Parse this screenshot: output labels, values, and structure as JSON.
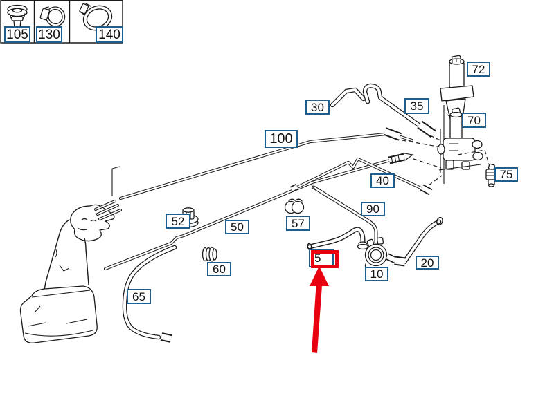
{
  "diagram_type": "vehicle-heater-hose-parts-diagram",
  "colors": {
    "label_border": "#1c5f8f",
    "highlight_red": "#e8000f",
    "line": "#1a1a1a",
    "background": "#ffffff"
  },
  "tray": {
    "items": [
      {
        "label": "105",
        "icon": "sealing-plug-icon"
      },
      {
        "label": "130",
        "icon": "small-hose-clamp-icon"
      },
      {
        "label": "140",
        "icon": "large-hose-clamp-icon"
      }
    ]
  },
  "labels": [
    {
      "text": "30"
    },
    {
      "text": "35"
    },
    {
      "text": "72"
    },
    {
      "text": "70"
    },
    {
      "text": "75"
    },
    {
      "text": "100"
    },
    {
      "text": "40"
    },
    {
      "text": "90"
    },
    {
      "text": "52"
    },
    {
      "text": "50"
    },
    {
      "text": "57"
    },
    {
      "text": "60"
    },
    {
      "text": "65"
    },
    {
      "text": "5"
    },
    {
      "text": "10"
    },
    {
      "text": "20"
    }
  ],
  "highlight": {
    "part": "5",
    "annotation": "red-box-with-red-arrow"
  }
}
